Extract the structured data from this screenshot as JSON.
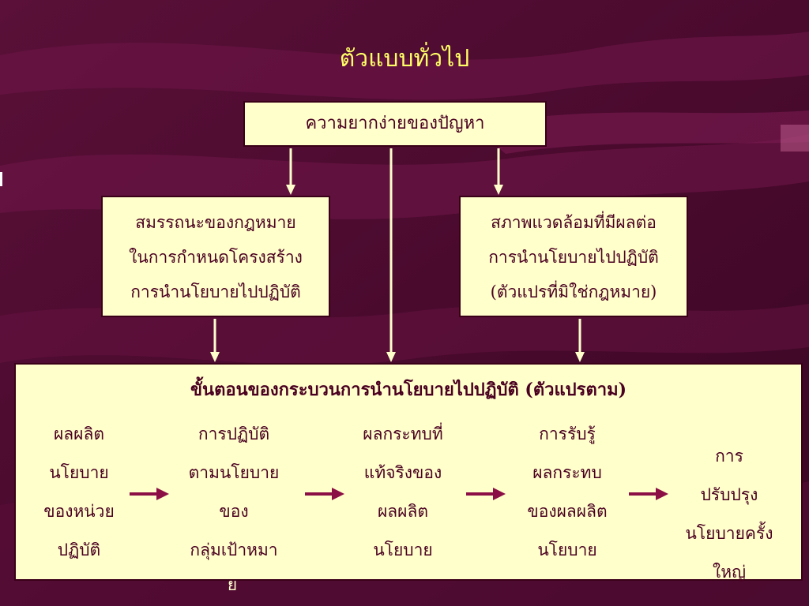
{
  "slide": {
    "title": "ตัวแบบทั่วไป",
    "top_box": "ความยากง่ายของปัญหา",
    "left_box": {
      "lines": [
        "สมรรถนะของกฎหมาย",
        "ในการกำหนดโครงสร้าง",
        "การนำนโยบายไปปฏิบัติ"
      ]
    },
    "right_box": {
      "lines": [
        "สภาพแวดล้อมที่มีผลต่อ",
        "การนำนโยบายไปปฏิบัติ",
        "(ตัวแปรที่มิใช่กฎหมาย)"
      ]
    },
    "bottom_box": {
      "title": "ขั้นตอนของกระบวนการนำนโยบายไปปฏิบัติ (ตัวแปรตาม)",
      "steps": [
        {
          "lines": [
            "ผลผลิต",
            "นโยบาย",
            "ของหน่วย",
            "ปฏิบัติ"
          ]
        },
        {
          "lines": [
            "การปฏิบัติ",
            "ตามนโยบาย",
            "ของ",
            "กลุ่มเป้าหมา",
            "ย"
          ]
        },
        {
          "lines": [
            "ผลกระทบที่",
            "แท้จริงของ",
            "ผลผลิต",
            "นโยบาย"
          ]
        },
        {
          "lines": [
            "การรับรู้",
            "ผลกระทบ",
            "ของผลผลิต",
            "นโยบาย"
          ]
        },
        {
          "lines": [
            "การ",
            "ปรับปรุง",
            "นโยบายครั้ง",
            "ใหญ่"
          ]
        }
      ]
    },
    "colors": {
      "background": "#4a0a2e",
      "box_fill": "#ffffcc",
      "title_text": "#ffff66",
      "box_text": "#4a0020",
      "arrow_flow": "#8b0f45",
      "connector": "#ffffcc"
    }
  }
}
